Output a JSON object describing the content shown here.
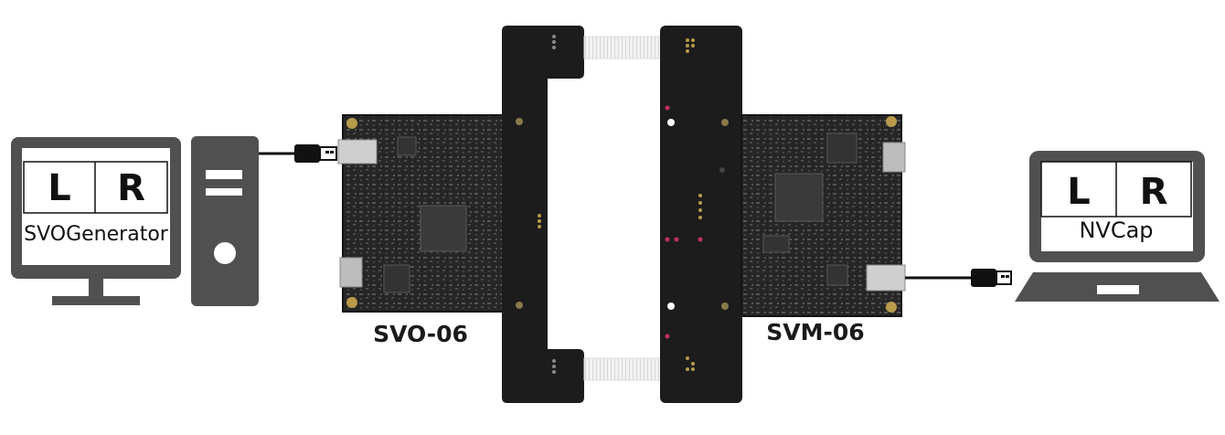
{
  "monitor": {
    "left_label": "L",
    "right_label": "R",
    "caption": "SVOGenerator"
  },
  "laptop": {
    "left_label": "L",
    "right_label": "R",
    "caption": "NVCap"
  },
  "boards": {
    "left_name": "SVO-06",
    "right_name": "SVM-06"
  },
  "colors": {
    "device_gray": "#505050",
    "board_black": "#1c1c1c",
    "cable": "#111111",
    "gold": "#b89a4a"
  },
  "icons": {
    "pc_tower": "tower-icon",
    "usb": "usb-plug-icon"
  }
}
